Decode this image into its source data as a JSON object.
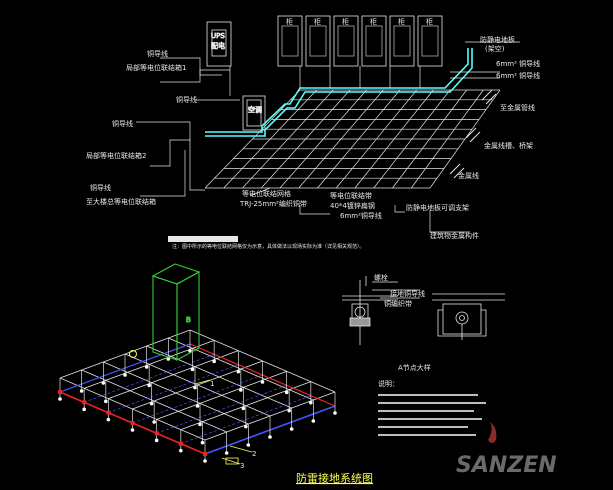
{
  "top_labels": {
    "ups": "UPS",
    "ups_sub": "配电",
    "cabinets": [
      "柜",
      "柜",
      "柜",
      "柜",
      "柜",
      "柜"
    ],
    "ac_unit": "空调",
    "copper_wire_1": "铜导线",
    "local_bond_1": "局部等电位联结箱1",
    "copper_wire_2": "铜导线",
    "copper_wire_3": "铜导线",
    "local_bond_2": "局部等电位联结箱2",
    "copper_wire_4": "铜导线",
    "main_bond": "至大楼总等电位联结箱",
    "static_floor": "防静电地板",
    "static_floor_sub": "(架空)",
    "wire_6mm_a": "6mm² 铜导线",
    "wire_6mm_b": "6mm² 铜导线",
    "metal_pipe": "至金属管线",
    "metal_bar": "金属线槽、桥架",
    "metal_line": "金属线",
    "grid": "等电位联结网格",
    "grid_sub": "TRJ-25mm²编织铜带",
    "bond_strip": "等电位联结带",
    "flat_steel": "40*4镀锌扁钢",
    "wire_6mm_c": "6mm²铜导线",
    "floor_support": "防静电地板可调支架",
    "steel_column": "建筑物金属构件",
    "note": "注：图中所示的等电位联结网格仅为示意，具体做法以现场实际为准（详见相关规范）。"
  },
  "bottom_labels": {
    "detail_title": "A节点大样",
    "detail_note_1": "接地铜导线",
    "detail_note_2": "铜编织带",
    "detail_bolt": "螺栓",
    "notes_head": "说明：",
    "cabinet_tag": "B",
    "grid_tag_1": "1",
    "grid_tag_2": "2",
    "grid_tag_3": "3",
    "title": "防雷接地系统图"
  },
  "watermark": "SANZEN",
  "colors": {
    "line": "#e6e6e6",
    "accent_yellow": "#ffff55",
    "cyan_path": "#55ffff",
    "cabinet_green": "#33cc33",
    "red_conductor": "#ee2222",
    "blue_conductor": "#4455ff"
  }
}
